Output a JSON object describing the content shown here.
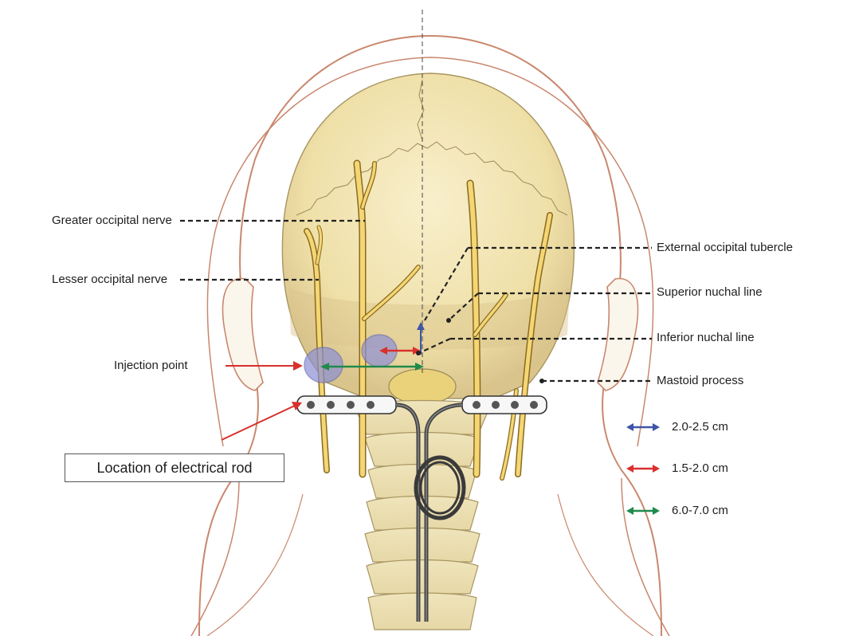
{
  "labels": {
    "greater_occipital_nerve": "Greater occipital nerve",
    "lesser_occipital_nerve": "Lesser occipital nerve",
    "injection_point": "Injection point",
    "location_of_electrical_rod": "Location of electrical rod",
    "external_occipital_tubercle": "External occipital tubercle",
    "superior_nuchal_line": "Superior nuchal line",
    "inferior_nuchal_line": "Inferior nuchal line",
    "mastoid_process": "Mastoid process"
  },
  "legend": [
    {
      "text": "2.0-2.5 cm",
      "color": "#3f55a8"
    },
    {
      "text": "1.5-2.0 cm",
      "color": "#d9302c"
    },
    {
      "text": "6.0-7.0 cm",
      "color": "#1f8a4c"
    }
  ],
  "colors": {
    "skull": "#f3e6b4",
    "skull_shade": "#d9c48c",
    "nerve": "#f4d675",
    "nerve_outline": "#8a6a20",
    "skin_outline": "#c9876d",
    "injection_zone": "#8c8fd6",
    "pointer_red": "#d9302c"
  }
}
